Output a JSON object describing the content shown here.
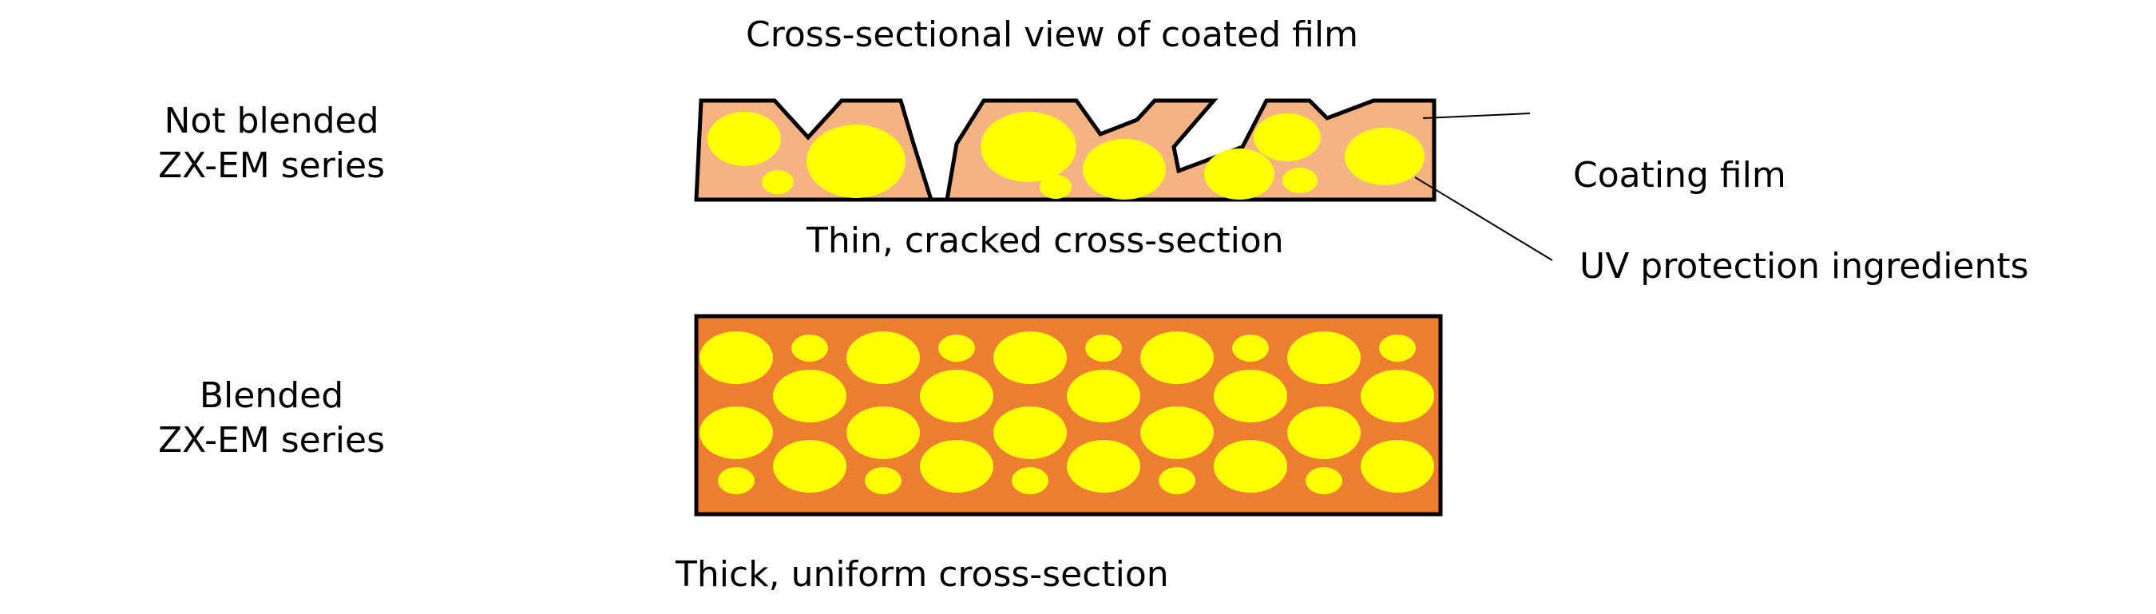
{
  "diagram": {
    "title": "Cross-sectional view of coated film",
    "not_blended": {
      "line1": "Not blended",
      "line2": "ZX-EM series",
      "caption": "Thin, cracked cross-section"
    },
    "blended": {
      "line1": "Blended",
      "line2": "ZX-EM series",
      "caption": "Thick, uniform cross-section"
    },
    "callouts": {
      "coating_film": "Coating film",
      "uv_ingredients": "UV protection ingredients"
    }
  },
  "colors": {
    "thin_film": "#f5b383",
    "thick_film": "#ed7d31",
    "particles": "#ffff00",
    "outline": "#000000",
    "background": "#ffffff"
  }
}
